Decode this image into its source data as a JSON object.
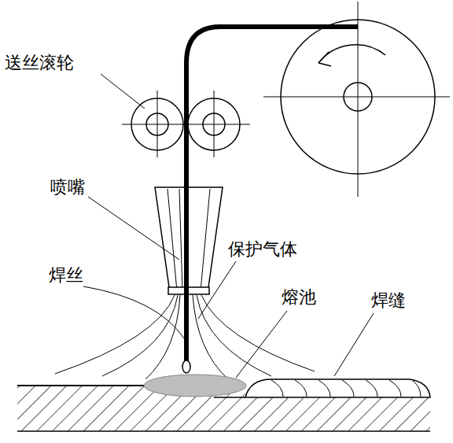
{
  "diagram": {
    "labels": [
      "送丝滚轮",
      "喷嘴",
      "保护气体",
      "焊丝",
      "熔池",
      "焊缝"
    ]
  }
}
